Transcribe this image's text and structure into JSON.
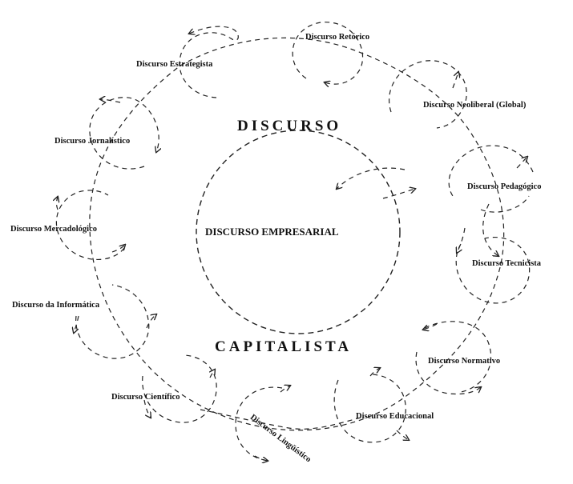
{
  "top_word": "DISCURSO",
  "bottom_word": "CAPITALISTA",
  "center_label": "DISCURSO EMPRESARIAL",
  "discourses": {
    "retorico": "Discurso Retórico",
    "estrategista": "Discurso Estrategista",
    "neoliberal": "Discurso Neoliberal (Global)",
    "jornalistico": "Discurso Jornalístico",
    "pedagogico": "Discurso Pedagógico",
    "mercadologico": "Discurso Mercadológico",
    "tecnicista": "Discurso Tecnicista",
    "informatica": "Discurso da Informática",
    "normativo": "Discurso Normativo",
    "cientifico": "Discurso Científico",
    "educacional": "Discurso Educacional",
    "linguistico": "Discurso Lingüístico"
  }
}
